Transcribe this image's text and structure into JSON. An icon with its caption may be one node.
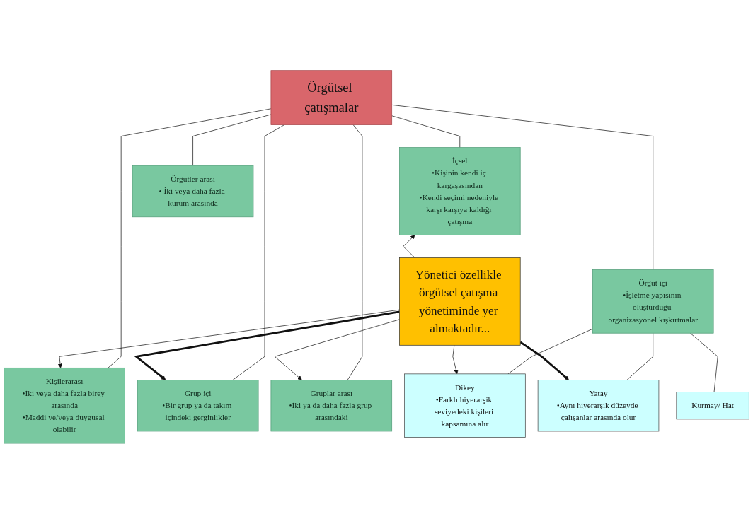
{
  "diagram": {
    "nodes": [
      {
        "text": [
          "Örgütsel çatışmalar"
        ]
      },
      {
        "text": [
          "İçsel",
          "•Kişinin kendi iç kargaşasından",
          "•Kendi seçimi nedeniyle karşı karşıya kaldığı çatışma"
        ]
      },
      {
        "text": [
          "Kişilerarası",
          "•İki veya daha fazla birey arasında",
          "•Maddi ve/veya duygusal olabilir"
        ]
      },
      {
        "text": [
          "Grup içi",
          "•Bir grup ya da takım içindeki gerginlikler"
        ]
      },
      {
        "text": [
          "Gruplar arası",
          "•İki ya da daha fazla grup arasındaki"
        ]
      },
      {
        "text": [
          "Örgüt içi",
          "•İşletme yapısının oluşturduğu organizasyonel kışkırtmalar"
        ]
      },
      {
        "text": [
          "Örgütler arası",
          "• İki veya daha fazla kurum arasında"
        ]
      },
      {
        "text": [
          "Yönetici özellikle örgütsel çatışma yönetiminde yer almaktadır..."
        ]
      },
      {
        "text": [
          "Dikey",
          "•Farklı hiyerarşik seviyedeki kişileri kapsamına alır"
        ]
      },
      {
        "text": [
          "Yatay",
          "•Aynı hiyerarşik düzeyde çalışanlar arasında olur"
        ]
      },
      {
        "text": [
          "Kurmay/ Hat"
        ]
      }
    ],
    "edges": [
      {
        "from": 0,
        "to": 1,
        "arrow": "none"
      },
      {
        "from": 0,
        "to": 2,
        "arrow": "none"
      },
      {
        "from": 0,
        "to": 3,
        "arrow": "none"
      },
      {
        "from": 0,
        "to": 4,
        "arrow": "none"
      },
      {
        "from": 0,
        "to": 5,
        "arrow": "none"
      },
      {
        "from": 0,
        "to": 6,
        "arrow": "none"
      },
      {
        "from": 5,
        "to": 8,
        "arrow": "none"
      },
      {
        "from": 5,
        "to": 9,
        "arrow": "none"
      },
      {
        "from": 5,
        "to": 10,
        "arrow": "none"
      },
      {
        "from": 7,
        "to": 1,
        "arrow": "to"
      },
      {
        "from": 7,
        "to": 2,
        "arrow": "to"
      },
      {
        "from": 7,
        "to": 3,
        "arrow": "to",
        "style": "thick"
      },
      {
        "from": 7,
        "to": 4,
        "arrow": "to"
      },
      {
        "from": 7,
        "to": 9,
        "arrow": "to",
        "style": "thick"
      },
      {
        "from": 7,
        "to": 8,
        "arrow": "to"
      }
    ]
  }
}
